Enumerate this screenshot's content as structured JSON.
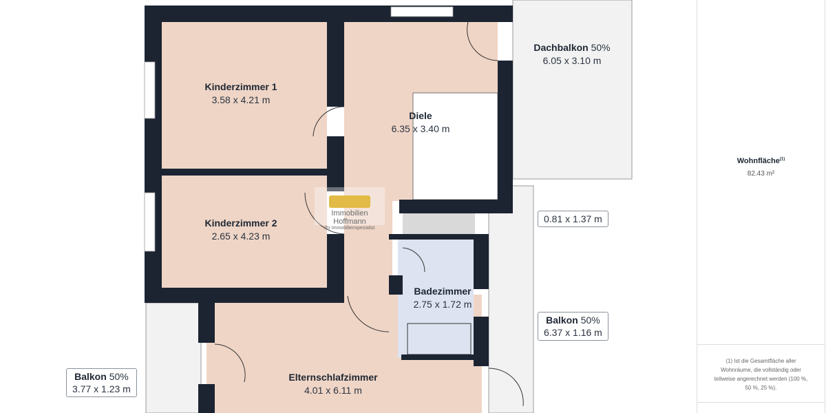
{
  "rooms": [
    {
      "name": "Kinderzimmer 1",
      "dims": "3.58 x 4.21 m"
    },
    {
      "name": "Kinderzimmer 2",
      "dims": "2.65 x 4.23 m"
    },
    {
      "name": "Diele",
      "dims": "6.35 x 3.40 m"
    },
    {
      "name": "Badezimmer",
      "dims": "2.75 x 1.72 m"
    },
    {
      "name": "Elternschlafzimmer",
      "dims": "4.01 x 6.11 m"
    }
  ],
  "balconies": [
    {
      "name": "Dachbalkon",
      "pct": "50%",
      "dims": "6.05 x 3.10 m"
    },
    {
      "name": "Balkon",
      "pct": "50%",
      "dims": "6.37 x 1.16 m"
    },
    {
      "name": "Balkon",
      "pct": "50%",
      "dims": "3.77 x 1.23 m"
    }
  ],
  "small_room": {
    "dims": "0.81 x 1.37 m"
  },
  "logo": {
    "name": "Immobilien Hoffmann",
    "tagline": "Ihr Immobilienspezialist"
  },
  "summary": {
    "title": "Wohnfläche",
    "footnote_mark": "(1)",
    "value": "82.43 m²",
    "footnote": "(1) Ist die Gesamtfläche aller Wohnräume, die vollständig oder teilweise angerechnet werden (100 %, 50 %, 25 %)."
  },
  "colors": {
    "room": "#efd5c6",
    "bath": "#dde3f0",
    "balcony": "#f2f2f2",
    "wall": "#1c2432",
    "utility": "#d9d9d9"
  }
}
